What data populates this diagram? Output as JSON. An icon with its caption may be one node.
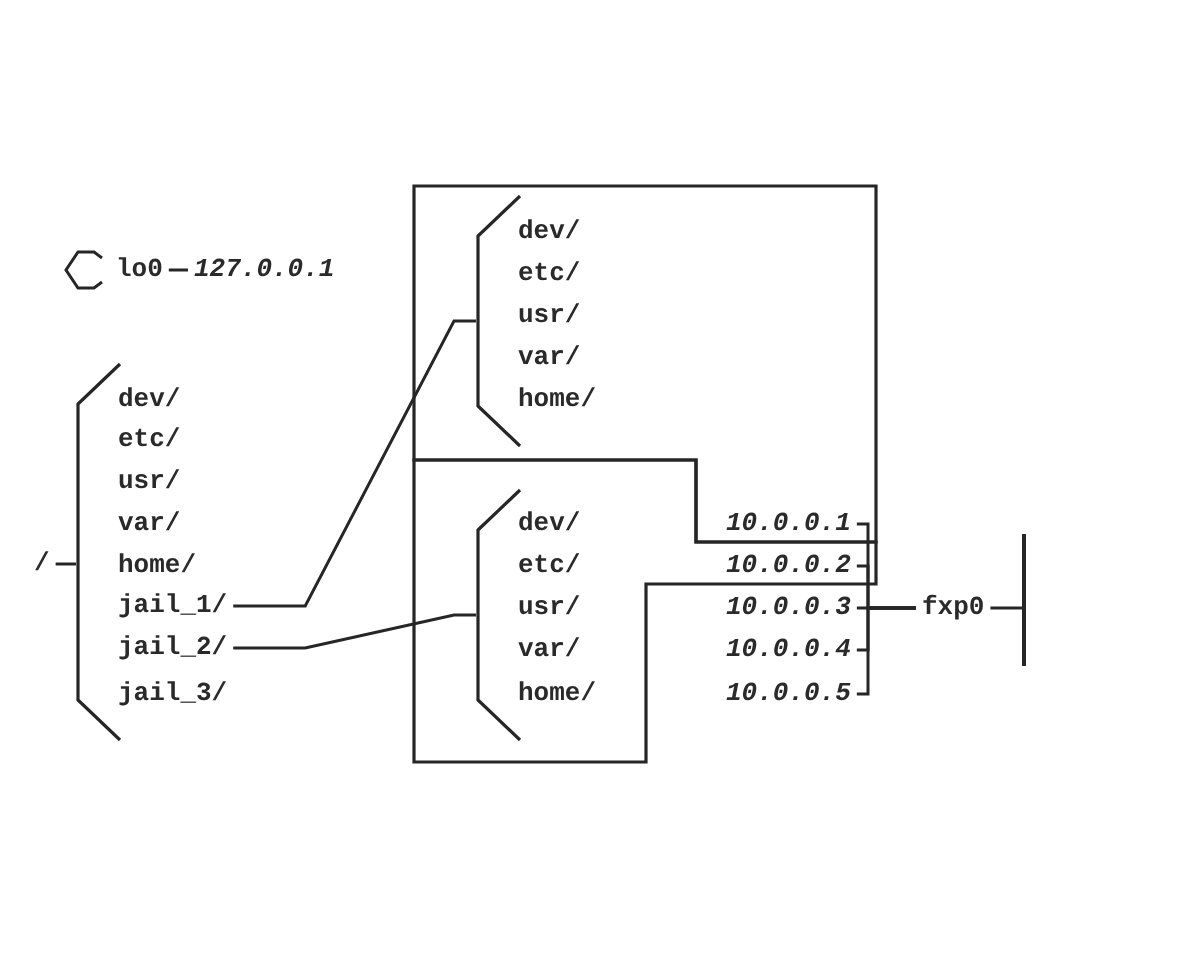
{
  "diagram": {
    "nodes": [
      {
        "text": [
          "lo0"
        ]
      },
      {
        "text": [
          "127.0.0.1"
        ]
      },
      {
        "text": [
          "/"
        ]
      },
      {
        "text": [],
        "shape": "bracket"
      },
      {
        "text": [
          "dev/"
        ]
      },
      {
        "text": [
          "etc/"
        ]
      },
      {
        "text": [
          "usr/"
        ]
      },
      {
        "text": [
          "var/"
        ]
      },
      {
        "text": [
          "home/"
        ]
      },
      {
        "text": [
          "jail_1/"
        ]
      },
      {
        "text": [
          "jail_2/"
        ]
      },
      {
        "text": [
          "jail_3/"
        ]
      },
      {
        "text": [],
        "shape": "box"
      },
      {
        "text": [],
        "shape": "bracket",
        "in": 12
      },
      {
        "text": [
          "dev/"
        ],
        "in": 12
      },
      {
        "text": [
          "etc/"
        ],
        "in": 12
      },
      {
        "text": [
          "usr/"
        ],
        "in": 12
      },
      {
        "text": [
          "var/"
        ],
        "in": 12
      },
      {
        "text": [
          "home/"
        ],
        "in": 12
      },
      {
        "text": [
          "10.0.0.1"
        ],
        "in": 12
      },
      {
        "text": [],
        "shape": "box"
      },
      {
        "text": [],
        "shape": "bracket",
        "in": 20
      },
      {
        "text": [
          "dev/"
        ],
        "in": 20
      },
      {
        "text": [
          "etc/"
        ],
        "in": 20
      },
      {
        "text": [
          "usr/"
        ],
        "in": 20
      },
      {
        "text": [
          "var/"
        ],
        "in": 20
      },
      {
        "text": [
          "home/"
        ],
        "in": 20
      },
      {
        "text": [
          "10.0.0.2"
        ],
        "in": 20
      },
      {
        "text": [
          "10.0.0.3"
        ]
      },
      {
        "text": [
          "10.0.0.4"
        ]
      },
      {
        "text": [
          "10.0.0.5"
        ]
      },
      {
        "text": [
          "fxp0"
        ]
      },
      {
        "text": [],
        "shape": "bar"
      }
    ],
    "edges": [
      {
        "from": 0,
        "to": 1,
        "arrow": "none"
      },
      {
        "from": 2,
        "to": 3,
        "arrow": "none"
      },
      {
        "from": 9,
        "to": 13,
        "arrow": "none"
      },
      {
        "from": 10,
        "to": 21,
        "arrow": "none"
      },
      {
        "from": 19,
        "to": 31,
        "arrow": "none"
      },
      {
        "from": 27,
        "to": 31,
        "arrow": "none"
      },
      {
        "from": 28,
        "to": 31,
        "arrow": "none"
      },
      {
        "from": 29,
        "to": 31,
        "arrow": "none"
      },
      {
        "from": 30,
        "to": 31,
        "arrow": "none"
      },
      {
        "from": 31,
        "to": 32,
        "arrow": "none"
      }
    ]
  }
}
